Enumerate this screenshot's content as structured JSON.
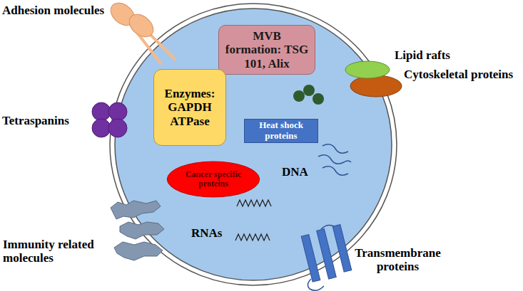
{
  "diagram": {
    "nodes": [
      {
        "text": [
          "MVB formation: TSG 101, Alix"
        ]
      },
      {
        "text": [
          "Enzymes: GAPDH ATPase"
        ]
      },
      {
        "text": [
          "Heat shock proteins"
        ]
      },
      {
        "text": [
          "Cancer specific proteins"
        ]
      }
    ],
    "labels": [
      "Adhesion molecules",
      "Lipid rafts",
      "Cytoskeletal proteins",
      "Tetraspanins",
      "DNA",
      "RNAs",
      "Immunity related molecules",
      "Transmembrane proteins"
    ]
  }
}
